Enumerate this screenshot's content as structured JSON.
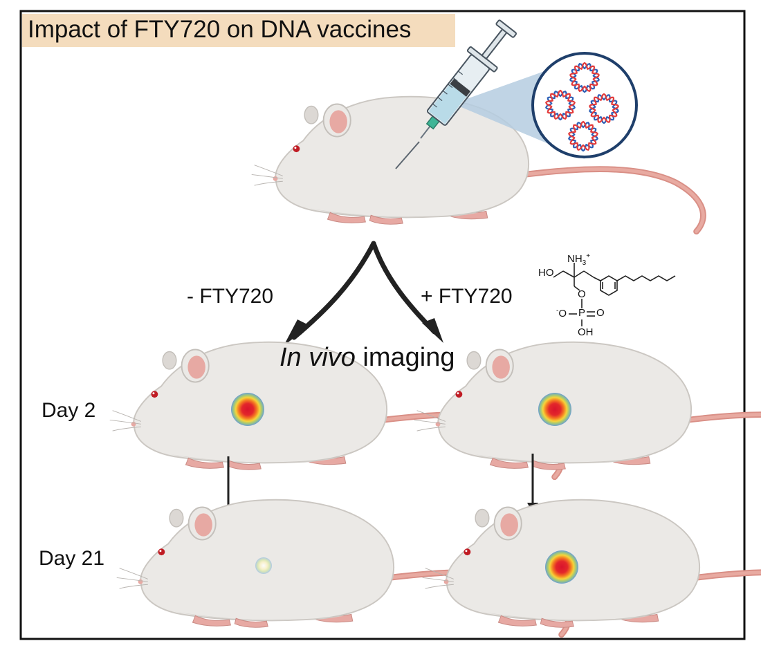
{
  "title": "Impact of FTY720 on DNA vaccines",
  "branches": {
    "minus_label": "- FTY720",
    "plus_label": "+ FTY720"
  },
  "imaging": {
    "italic": "In vivo",
    "rest": "imaging"
  },
  "timepoints": {
    "day2": "Day 2",
    "day21": "Day 21"
  },
  "molecule": {
    "ho": "HO",
    "nh3": "NH",
    "nh3_sub": "3",
    "nh3_sup": "+",
    "o_top": "O",
    "o_minus_sup": "-",
    "o_left": "O",
    "p": "P",
    "o_right": "O",
    "oh": "OH"
  },
  "signals": {
    "left_day2": 1.0,
    "left_day21": 0.15,
    "right_day2": 1.0,
    "right_day21": 1.0
  },
  "colors": {
    "banner": "#f4dcbd",
    "mouse_body": "#ebe9e6",
    "mouse_outline": "#c9c5c1",
    "ear_pink": "#e7a9a3",
    "tail": "#e3a39a",
    "arrow": "#222222",
    "syringe_liquid": "#b9dbe8",
    "beam": "#b5cde0",
    "dna_red": "#e23a3a",
    "dna_blue": "#2e5fb5"
  }
}
